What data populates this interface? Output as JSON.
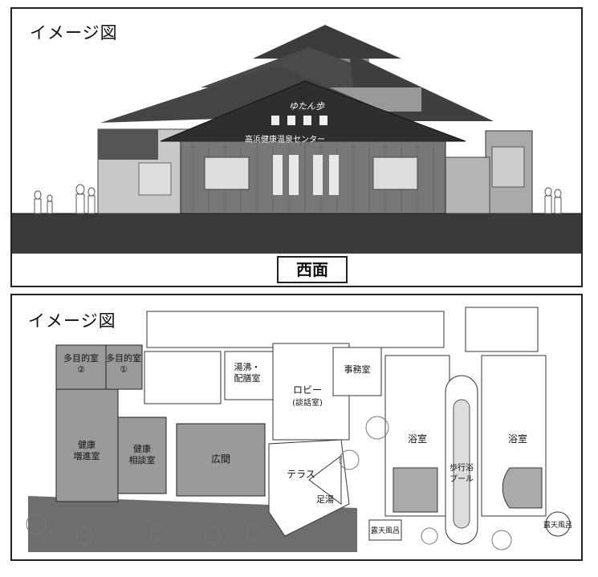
{
  "top_panel": {
    "tag": "イメージ図",
    "caption": "西面",
    "logo_text": "ゆたん歩",
    "signboard": "高浜健康温泉センター"
  },
  "bottom_panel": {
    "tag": "イメージ図",
    "rooms": {
      "multipurpose_2": "多目的室",
      "multipurpose_2_no": "②",
      "multipurpose_1": "多目的室",
      "multipurpose_1_no": "①",
      "health_promotion_1": "健康",
      "health_promotion_2": "増進室",
      "health_consult_1": "健康",
      "health_consult_2": "相談室",
      "hall": "広間",
      "laundry_1": "湯沸・",
      "laundry_2": "配膳室",
      "lobby_1": "ロビー",
      "lobby_2": "(談話室)",
      "office": "事務室",
      "terrace": "テラス",
      "footbath": "足湯",
      "bath_left": "浴室",
      "bath_right": "浴室",
      "pool_1": "歩行浴",
      "pool_2": "プール",
      "outdoor_left": "露天風呂",
      "outdoor_right": "露天風呂"
    }
  }
}
